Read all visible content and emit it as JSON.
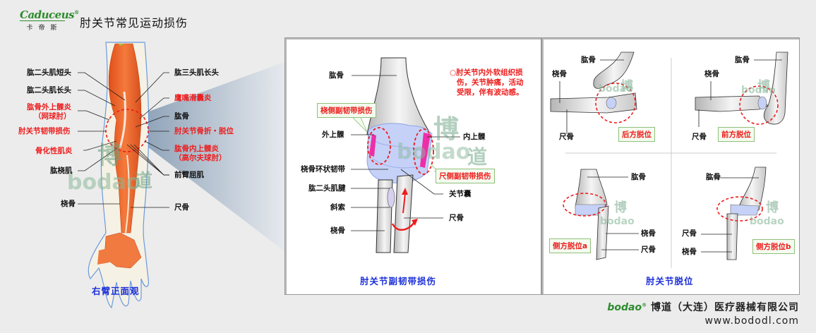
{
  "header": {
    "logo_brand": "Caduceus",
    "logo_reg": "®",
    "logo_cn": "卡帝斯",
    "title": "肘关节常见运动损伤"
  },
  "arm_view": {
    "caption": "右臂正面观",
    "labels_left": [
      {
        "text": "肱二头肌短头",
        "color": "black"
      },
      {
        "text": "肱二头肌长头",
        "color": "black"
      },
      {
        "text": "肱骨外上髁炎",
        "sub": "（网球肘）",
        "color": "red"
      },
      {
        "text": "肘关节韧带损伤",
        "color": "red"
      },
      {
        "text": "骨化性肌炎",
        "color": "red"
      },
      {
        "text": "肱桡肌",
        "color": "black"
      },
      {
        "text": "桡骨",
        "color": "black"
      }
    ],
    "labels_right": [
      {
        "text": "肱三头肌长头",
        "color": "black"
      },
      {
        "text": "鹰嘴滑囊炎",
        "color": "red"
      },
      {
        "text": "肱骨",
        "color": "black"
      },
      {
        "text": "肘关节骨折・脱位",
        "color": "red"
      },
      {
        "text": "肱骨内上髁炎",
        "sub": "（高尔夫球肘）",
        "color": "red"
      },
      {
        "text": "前臂屈肌",
        "color": "black"
      },
      {
        "text": "尺骨",
        "color": "black"
      }
    ],
    "watermark": "bodao"
  },
  "ligament_panel": {
    "caption": "肘关节副韧带损伤",
    "note_lines": [
      "○肘关节内外软组织损",
      "伤，关节肿痛，活动",
      "受限，伴有波动感。"
    ],
    "labels": {
      "humerus": "肱骨",
      "lateral_epicondyle": "外上髁",
      "medial_epicondyle": "内上髁",
      "annular_ligament": "桡骨环状韧带",
      "biceps_tendon": "肱二头肌腱",
      "oblique_cord": "斜索",
      "radius": "桡骨",
      "joint_capsule": "关节囊",
      "ulna": "尺骨"
    },
    "callouts": {
      "radial": "桡侧副韧带损伤",
      "ulnar": "尺侧副韧带损伤"
    },
    "colors": {
      "ligament": "#ee2ea8",
      "cartilage": "#b9c8f5",
      "arrow": "#ee1c1c"
    }
  },
  "dislocation_panel": {
    "caption": "肘关节脱位",
    "quadrants": [
      {
        "callout": "后方脱位",
        "labels": [
          "肱骨",
          "桡骨",
          "尺骨"
        ]
      },
      {
        "callout": "前方脱位",
        "labels": [
          "肱骨",
          "桡骨",
          "尺骨"
        ]
      },
      {
        "callout": "侧方脱位a",
        "labels": [
          "肱骨",
          "桡骨",
          "尺骨"
        ]
      },
      {
        "callout": "侧方脱位b",
        "labels": [
          "肱骨",
          "尺骨",
          "桡骨"
        ]
      }
    ]
  },
  "footer": {
    "brand": "bodao",
    "reg": "®",
    "company": "博道（大连）医疗器械有限公司",
    "url": "www.bododl.com"
  }
}
